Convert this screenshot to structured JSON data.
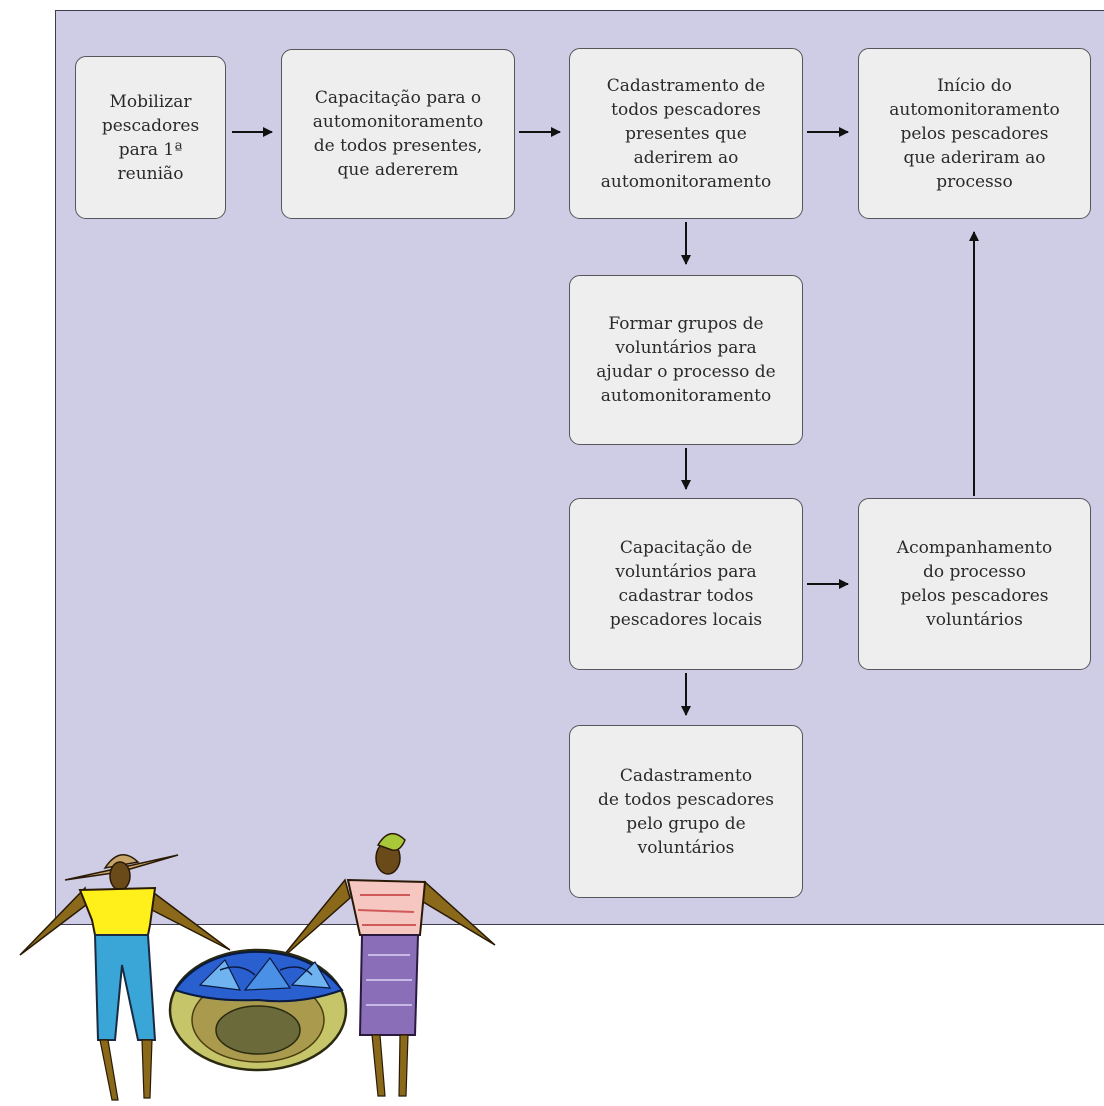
{
  "flowchart": {
    "steps": [
      {
        "id": "mobilizar",
        "text": "Mobilizar\npescadores\npara 1ª\nreunião"
      },
      {
        "id": "capacitacao-automonitoramento",
        "text": "Capacitação para o\nautomonitoramento\nde todos presentes,\nque aderere­m"
      },
      {
        "id": "cadastramento-presentes",
        "text": "Cadastramento de\ntodos pescadores\npresentes que\naderirem ao\nautomonitoramento"
      },
      {
        "id": "inicio-automonitoramento",
        "text": "Início do\nautomonitoramento\npelos pescadores\nque aderiram ao\nprocesso"
      },
      {
        "id": "formar-grupos",
        "text": "Formar grupos de\nvoluntários para\najudar o processo de\nautomonitoramento"
      },
      {
        "id": "capacitacao-voluntarios",
        "text": "Capacitação de\nvoluntários para\ncadastrar todos\npescadores locais"
      },
      {
        "id": "acompanhamento",
        "text": "Acompanhamento\ndo processo\npelos pescadores\nvoluntários"
      },
      {
        "id": "cadastramento-grupo",
        "text": "Cadastramento\nde todos pescadores\npelo grupo de\nvoluntários"
      }
    ]
  },
  "colors": {
    "panel": "#cfcde6",
    "box": "#eeeeee",
    "arrow": "#111111"
  },
  "illustration": {
    "icon": "fisher-couple-with-fish-basket-icon"
  }
}
